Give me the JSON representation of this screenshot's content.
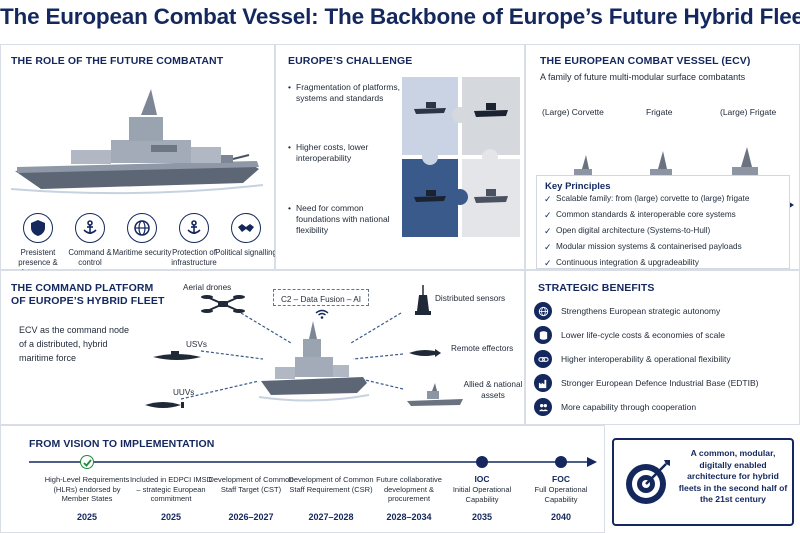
{
  "title": "The European Combat Vessel: The Backbone of Europe’s Future Hybrid Fleet",
  "role": {
    "heading": "THE ROLE OF THE FUTURE COMBATANT",
    "items": [
      {
        "icon": "shield-icon",
        "label": "Presistent presence & deterrence"
      },
      {
        "icon": "anchor-icon",
        "label": "Command & control"
      },
      {
        "icon": "globe-icon",
        "label": "Maritime security"
      },
      {
        "icon": "anchor-icon",
        "label": "Protection of infrastructure"
      },
      {
        "icon": "handshake-icon",
        "label": "Political signalling"
      }
    ]
  },
  "challenge": {
    "heading": "EUROPE’S CHALLENGE",
    "bullets": [
      "Fragmentation of platforms, systems and standards",
      "Higher costs, lower interoperability",
      "Need for common foundations with national flexibility"
    ]
  },
  "ecv": {
    "heading": "THE EUROPEAN COMBAT VESSEL (ECV)",
    "subtitle": "A family of future multi-modular surface combatants",
    "ships": [
      "(Large) Corvette",
      "Frigate",
      "(Large) Frigate"
    ],
    "principles_heading": "Key Principles",
    "principles": [
      "Scalable family: from (large) corvette to (large) frigate",
      "Common standards & interoperable core systems",
      "Open digital architecture (Systems-to-Hull)",
      "Modular mission systems & containerised payloads",
      "Continuous integration & upgradeability"
    ]
  },
  "command": {
    "heading_line1": "THE COMMAND PLATFORM",
    "heading_line2": "OF EUROPE’S HYBRID FLEET",
    "description": "ECV as the command node of a distributed, hybrid maritime force",
    "c2_label": "C2 – Data Fusion – AI",
    "nodes": {
      "drones": "Aerial drones",
      "usvs": "USVs",
      "uuvs": "UUVs",
      "sensors": "Distributed sensors",
      "effectors": "Remote effectors",
      "allied": "Allied & national assets"
    }
  },
  "benefits": {
    "heading": "STRATEGIC BENEFITS",
    "items": [
      {
        "icon": "globe-icon",
        "label": "Strengthens European strategic autonomy"
      },
      {
        "icon": "coins-icon",
        "label": "Lower life-cycle costs & economies of scale"
      },
      {
        "icon": "link-icon",
        "label": "Higher interoperability & operational flexibility"
      },
      {
        "icon": "factory-icon",
        "label": "Stronger European Defence Industrial Base (EDTIB)"
      },
      {
        "icon": "people-icon",
        "label": "More capability through cooperation"
      }
    ]
  },
  "timeline": {
    "heading": "FROM VISION TO IMPLEMENTATION",
    "milestones": [
      {
        "label": "",
        "caption": "High-Level Requirements (HLRs) endorsed by Member States",
        "year": "2025"
      },
      {
        "label": "",
        "caption": "Included in EDPCI IMSD – strategic European commitment",
        "year": "2025"
      },
      {
        "label": "",
        "caption": "Development of Common Staff Target (CST)",
        "year": "2026–2027"
      },
      {
        "label": "",
        "caption": "Development of Common Staff Requirement (CSR)",
        "year": "2027–2028"
      },
      {
        "label": "",
        "caption": "Future collaborative development & procurement",
        "year": "2028–2034"
      },
      {
        "label": "IOC",
        "caption": "Initial Operational Capability",
        "year": "2035"
      },
      {
        "label": "FOC",
        "caption": "Full Operational Capability",
        "year": "2040"
      }
    ]
  },
  "callout": {
    "text": "A common, modular, digitally enabled architecture for hybrid fleets in the second half of the 21st century"
  },
  "colors": {
    "navy": "#14285e",
    "green": "#1e8a3a"
  }
}
